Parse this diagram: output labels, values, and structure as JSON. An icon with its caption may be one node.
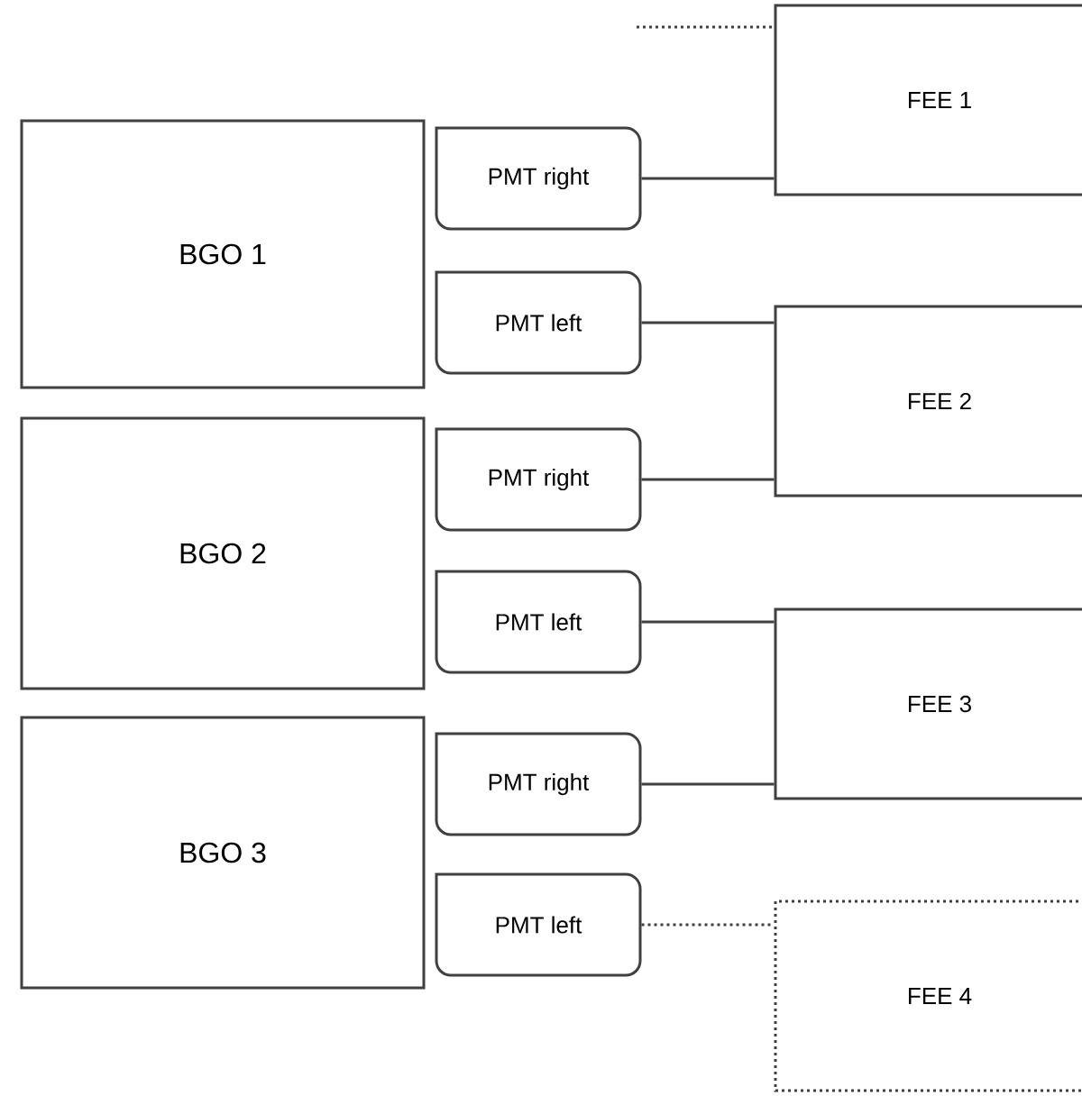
{
  "diagram": {
    "nodes": [
      {
        "text": [
          "BGO 1"
        ]
      },
      {
        "text": [
          "PMT right"
        ]
      },
      {
        "text": [
          "PMT left"
        ]
      },
      {
        "text": [
          "BGO 2"
        ]
      },
      {
        "text": [
          "PMT right"
        ]
      },
      {
        "text": [
          "PMT left"
        ]
      },
      {
        "text": [
          "BGO 3"
        ]
      },
      {
        "text": [
          "PMT right"
        ]
      },
      {
        "text": [
          "PMT left"
        ]
      },
      {
        "text": [
          "FEE 1"
        ]
      },
      {
        "text": [
          "FEE 2"
        ]
      },
      {
        "text": [
          "FEE 3"
        ]
      },
      {
        "text": [
          "FEE 4"
        ]
      }
    ],
    "edges": [
      {
        "from": null,
        "to": 9,
        "arrow": "none",
        "style": "dashed"
      },
      {
        "from": 1,
        "to": 9,
        "arrow": "none"
      },
      {
        "from": 2,
        "to": 10,
        "arrow": "none"
      },
      {
        "from": 4,
        "to": 10,
        "arrow": "none"
      },
      {
        "from": 5,
        "to": 11,
        "arrow": "none"
      },
      {
        "from": 7,
        "to": 11,
        "arrow": "none"
      },
      {
        "from": 8,
        "to": 12,
        "arrow": "none",
        "style": "dashed"
      }
    ]
  }
}
